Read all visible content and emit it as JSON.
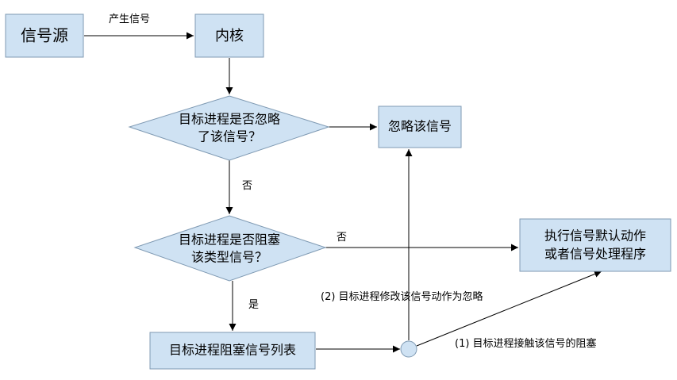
{
  "colors": {
    "node_fill": "#cfe2f3",
    "node_stroke": "#7f9ab3",
    "edge": "#000000"
  },
  "nodes": {
    "signal_source": {
      "label": "信号源"
    },
    "kernel": {
      "label": "内核"
    },
    "decision_ignore": {
      "line1": "目标进程是否忽略",
      "line2": "了该信号？"
    },
    "ignore_signal": {
      "label": "忽略该信号"
    },
    "decision_block": {
      "line1": "目标进程是否阻塞",
      "line2": "该类型信号？"
    },
    "default_action": {
      "line1": "执行信号默认动作",
      "line2": "或者信号处理程序"
    },
    "blocked_list": {
      "label": "目标进程阻塞信号列表"
    }
  },
  "edges": {
    "generate_signal": "产生信号",
    "no_1": "否",
    "no_2": "否",
    "yes": "是",
    "modify_to_ignore": "(2) 目标进程修改该信号动作为忽略",
    "unblock": "(1) 目标进程接触该信号的阻塞"
  }
}
